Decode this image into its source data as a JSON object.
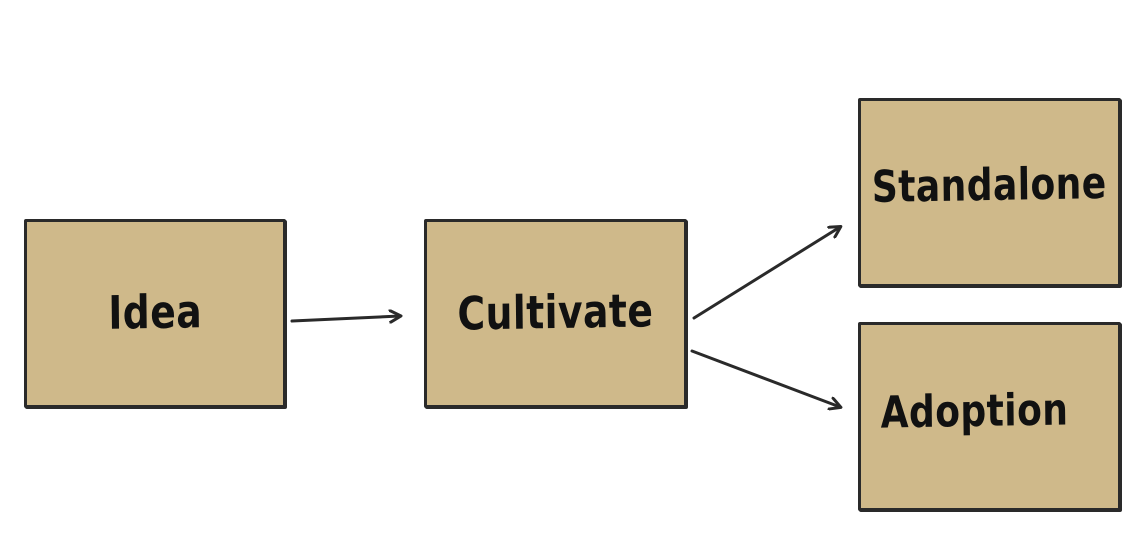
{
  "nodes": {
    "idea": "Idea",
    "cultivate": "Cultivate",
    "standalone": "Standalone",
    "adoption": "Adoption"
  },
  "colors": {
    "box_fill": "#cfb98a",
    "outline": "#2a2a2a",
    "text": "#111111",
    "background": "#ffffff"
  }
}
